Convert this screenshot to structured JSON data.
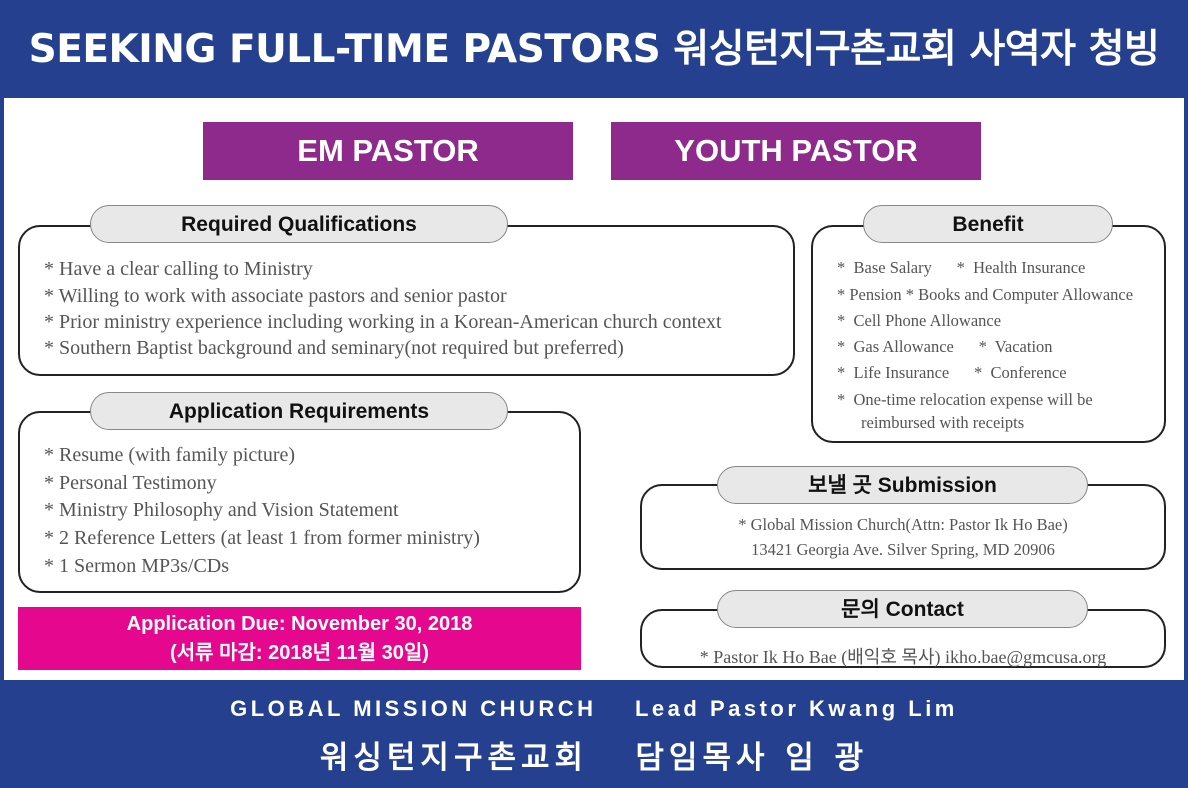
{
  "header": {
    "title": "SEEKING FULL-TIME PASTORS 워싱턴지구촌교회 사역자 청빙"
  },
  "positions": [
    "EM PASTOR",
    "YOUTH PASTOR"
  ],
  "qualifications": {
    "title": "Required Qualifications",
    "items": [
      "* Have a clear calling to Ministry",
      "* Willing to work with associate pastors and senior pastor",
      "* Prior ministry experience including working in a Korean-American church context",
      "* Southern Baptist background and seminary(not required but preferred)"
    ]
  },
  "application": {
    "title": "Application Requirements",
    "items": [
      "* Resume (with family picture)",
      "* Personal Testimony",
      "* Ministry Philosophy and Vision Statement",
      "* 2 Reference Letters (at least 1 from former ministry)",
      "* 1 Sermon MP3s/CDs"
    ]
  },
  "due": {
    "line1": "Application Due: November 30, 2018",
    "line2": "(서류 마감: 2018년 11월 30일)"
  },
  "benefit": {
    "title": "Benefit",
    "lines": [
      "*  Base Salary      *  Health Insurance",
      "* Pension * Books and Computer Allowance",
      "*  Cell Phone Allowance",
      "*  Gas Allowance      *  Vacation",
      "*  Life Insurance      *  Conference",
      "*  One-time relocation expense will be",
      "reimbursed with receipts"
    ]
  },
  "submission": {
    "title": "보낼 곳 Submission",
    "line1": "* Global Mission Church(Attn: Pastor Ik Ho Bae)",
    "line2": "13421 Georgia Ave. Silver Spring, MD 20906"
  },
  "contact": {
    "title": "문의 Contact",
    "line1": "* Pastor Ik Ho Bae (배익호 목사) ikho.bae@gmcusa.org"
  },
  "footer": {
    "line1": "GLOBAL MISSION CHURCH    Lead Pastor Kwang Lim",
    "line2": "워싱턴지구촌교회   담임목사 임 광"
  }
}
